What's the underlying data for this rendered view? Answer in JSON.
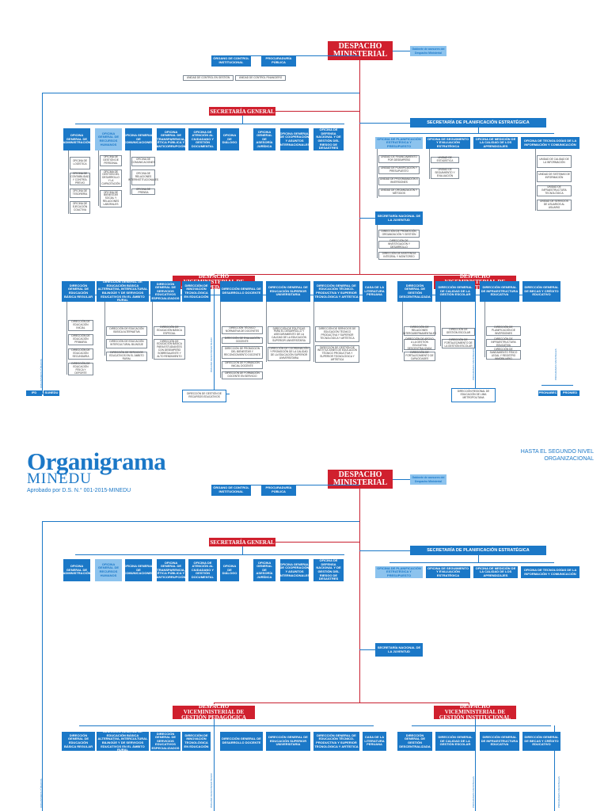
{
  "top_chart": {
    "despacho": "DESPACHO MINISTERIAL",
    "despacho_side": "Gabinete de asesores del Despacho Ministerial",
    "control": "ÓRGANO DE CONTROL INSTITUCIONAL",
    "procuraduria": "PROCURADURÍA PÚBLICA",
    "control_units": [
      "UNIDAD DE CONTROL EN GESTIÓN",
      "UNIDAD DE CONTROL FINANCIERO"
    ],
    "secretaria_general": "SECRETARÍA GENERAL",
    "sg_offices": [
      "OFICINA GENERAL DE ADMINISTRACIÓN",
      "OFICINA GENERAL DE RECURSOS HUMANOS",
      "OFICINA GENERAL DE COMUNICACIONES",
      "OFICINA GENERAL DE TRANSPARENCIA, ÉTICA PÚBLICA Y ANTICORRUPCIÓN",
      "OFICINA DE ATENCIÓN AL CIUDADANO Y GESTIÓN DOCUMENTAL",
      "OFICINA DE DIÁLOGO",
      "OFICINA GENERAL DE ASESORÍA JURÍDICA",
      "OFICINA GENERAL DE COOPERACIÓN Y ASUNTOS INTERNACIONALES",
      "OFICINA DE DEFENSA NACIONAL Y DE GESTIÓN DEL RIESGO DE DESASTRES"
    ],
    "admin_units": [
      "OFICINA DE LOGÍSTICA",
      "OFICINA DE CONTABILIDAD Y CONTROL PREVIO",
      "OFICINA DE TESORERÍA",
      "OFICINA DE EJECUCIÓN COACTIVA"
    ],
    "rrhh_units": [
      "OFICINA DE GESTIÓN DE PERSONAL",
      "OFICINA DE GESTIÓN DEL DESARROLLO Y LA CAPACITACIÓN",
      "OFICINA DE BIENESTAR SOCIAL Y RELACIONES LABORALES"
    ],
    "com_units": [
      "OFICINA DE COMUNICACIONES",
      "OFICINA DE RELACIONES INTERINSTITUCIONALES",
      "OFICINA DE PRENSA"
    ],
    "spe": "SECRETARÍA DE PLANIFICACIÓN ESTRATÉGICA",
    "spe_offices": [
      "OFICINA DE PLANIFICACIÓN ESTRATÉGICA Y PRESUPUESTO",
      "OFICINA DE SEGUIMIENTO Y EVALUACIÓN ESTRATÉGICA",
      "OFICINA DE MEDICIÓN DE LA CALIDAD DE LOS APRENDIZAJES",
      "OFICINA DE TECNOLOGÍAS DE LA INFORMACIÓN Y COMUNICACIÓN"
    ],
    "ppto_units": [
      "UNIDAD DE FINANCIAMIENTO POR DESEMPEÑO",
      "UNIDAD DE PLANIFICACIÓN Y PRESUPUESTO",
      "UNIDAD DE PROGRAMACIÓN E INVERSIONES",
      "UNIDAD DE ORGANIZACIÓN Y MÉTODOS"
    ],
    "seg_units": [
      "UNIDAD DE ESTADÍSTICA",
      "UNIDAD DE SEGUIMIENTO Y EVALUACIÓN"
    ],
    "tic_units": [
      "UNIDAD DE CALIDAD DE LA INFORMACIÓN",
      "UNIDAD DE SISTEMAS DE INFORMACIÓN",
      "UNIDAD DE INFRAESTRUCTURA TECNOLÓGICA",
      "UNIDAD DE SERVICIOS DE USUARIOS AL USUARIO"
    ],
    "juventud": "SECRETARÍA NACIONAL DE LA JUVENTUD",
    "juventud_units": [
      "DIRECCIÓN DE PROMOCIÓN, ORGANIZACIÓN Y GESTIÓN",
      "DIRECCIÓN DE INVESTIGACIÓN Y DESARROLLO",
      "DIRECCIÓN DE ASISTENCIA INTEGRAL Y MONITOREO"
    ],
    "vmgp": "DESPACHO VICEMINISTERIAL DE GESTIÓN PEDAGÓGICA",
    "vmgi": "DESPACHO VICEMINISTERIAL DE GESTIÓN INSTITUCIONAL",
    "vmgp_dirs": [
      "DIRECCIÓN GENERAL DE EDUCACIÓN BÁSICA REGULAR",
      "DIRECCIÓN GENERAL DE EDUCACIÓN BÁSICA ALTERNATIVA, INTERCULTURAL BILINGÜE Y DE SERVICIOS EDUCATIVOS EN EL ÁMBITO RURAL",
      "DIRECCIÓN GENERAL DE SERVICIOS EDUCATIVOS ESPECIALIZADOS",
      "DIRECCIÓN DE INNOVACIÓN TECNOLÓGICA EN EDUCACIÓN",
      "DIRECCIÓN GENERAL DE DESARROLLO DOCENTE",
      "DIRECCIÓN GENERAL DE EDUCACIÓN SUPERIOR UNIVERSITARIA",
      "DIRECCIÓN GENERAL DE EDUCACIÓN TÉCNICO-PRODUCTIVA Y SUPERIOR TECNOLÓGICA Y ARTÍSTICA",
      "CASA DE LA LITERATURA PERUANA"
    ],
    "vmgi_dirs": [
      "DIRECCIÓN GENERAL DE GESTIÓN DESCENTRALIZADA",
      "DIRECCIÓN GENERAL DE CALIDAD DE LA GESTIÓN ESCOLAR",
      "DIRECCIÓN GENERAL DE INFRAESTRUCTURA EDUCATIVA",
      "DIRECCIÓN GENERAL DE BECAS Y CRÉDITO EDUCATIVO"
    ],
    "ebr_units": [
      "DIRECCIÓN DE EDUCACIÓN INICIAL",
      "DIRECCIÓN DE EDUCACIÓN PRIMARIA",
      "DIRECCIÓN DE EDUCACIÓN SECUNDARIA",
      "DIRECCIÓN DE EDUCACIÓN FÍSICA Y DEPORTE"
    ],
    "eiba_units": [
      "DIRECCIÓN DE EDUCACIÓN BÁSICA ALTERNATIVA",
      "DIRECCIÓN DE EDUCACIÓN INTERCULTURAL BILINGÜE",
      "DIRECCIÓN DE SERVICIOS EDUCATIVOS EN EL ÁMBITO RURAL"
    ],
    "esp_units": [
      "DIRECCIÓN DE EDUCACIÓN BÁSICA ESPECIAL",
      "DIRECCIÓN DE EDUCACIÓN BÁSICA PARA ESTUDIANTES CON DESEMPEÑO SOBRESALIENTE Y ALTO RENDIMIENTO"
    ],
    "doc_units": [
      "DIRECCIÓN TÉCNICO NORMATIVA DE DOCENTES",
      "DIRECCIÓN DE EVALUACIÓN DOCENTE",
      "DIRECCIÓN DE PROMOCIÓN DEL BIENESTAR Y RECONOCIMIENTO DOCENTE",
      "DIRECCIÓN DE FORMACIÓN INICIAL DOCENTE",
      "DIRECCIÓN DE FORMACIÓN DOCENTE EN SERVICIO"
    ],
    "univ_units": [
      "DIRECCIÓN DE POLÍTICAS PARA EL DESARROLLO Y ASEGURAMIENTO DE LA CALIDAD DE LA EDUCACIÓN SUPERIOR UNIVERSITARIA",
      "DIRECCIÓN DE COORDINACIÓN Y PROMOCIÓN DE LA CALIDAD DE LA EDUCACIÓN SUPERIOR UNIVERSITARIA"
    ],
    "tec_units": [
      "DIRECCIÓN DE SERVICIOS DE EDUCACIÓN TÉCNICO PRODUCTIVA Y SUPERIOR TECNOLÓGICA Y ARTÍSTICA",
      "DIRECCIÓN DE GESTIÓN DE INSTITUCIONES DE EDUCACIÓN TÉCNICO PRODUCTIVA Y SUPERIOR TECNOLÓGICA Y ARTÍSTICA"
    ],
    "gd_units": [
      "DIRECCIÓN DE RELACIONES INTERGUBERNAMENTALES",
      "DIRECCIÓN DE APOYO A LA GESTIÓN EDUCATIVA DESCENTRALIZADA",
      "DIRECCIÓN DE FORTALECIMIENTO DE CAPACIDADES"
    ],
    "ge_units": [
      "DIRECCIÓN DE GESTIÓN ESCOLAR",
      "DIRECCIÓN DE FORTALECIMIENTO DE LA GESTIÓN ESCOLAR"
    ],
    "inf_units": [
      "DIRECCIÓN DE PLANIFICACIÓN DE INVERSIONES",
      "DIRECCIÓN DE INFRAESTRUCTURA EDUCATIVA",
      "DIRECCIÓN DE SANEAMIENTO FÍSICO LEGAL Y REGISTRO INMOBILIARIO"
    ],
    "ugel": "DIRECCIÓN DE GESTIÓN DE RECURSOS EDUCATIVOS",
    "drelm": "DIRECCIÓN REGIONAL DE EDUCACIÓN DE LIMA METROPOLITANA",
    "bottom_left": [
      "IPD",
      "SUNEDU"
    ],
    "bottom_right": [
      "PRONABEC",
      "PRONIED"
    ],
    "vtexts": [
      "ORGANISMOS PÚBLICOS",
      "ÓRGANO DESCONCENTRADO",
      "PROGRAMAS NACIONALES",
      "PROGRAMAS NACIONALES"
    ]
  },
  "header": {
    "title": "Organigrama",
    "subtitle": "MINEDU",
    "approved": "Aprobado por D.S. N.° 001-2015-MINEDU",
    "note_line1": "HASTA EL SEGUNDO NIVEL",
    "note_line2": "ORGANIZACIONAL"
  },
  "bottom_chart": {
    "despacho": "DESPACHO MINISTERIAL",
    "despacho_side": "Gabinete de asesores del Despacho Ministerial",
    "control": "ÓRGANO DE CONTROL INSTITUCIONAL",
    "procuraduria": "PROCURADURÍA PÚBLICA",
    "secretaria_general": "SECRETARÍA GENERAL",
    "spe": "SECRETARÍA DE PLANIFICACIÓN ESTRATÉGICA",
    "juventud": "SECRETARÍA NACIONAL DE LA JUVENTUD",
    "vmgp": "DESPACHO VICEMINISTERIAL DE GESTIÓN PEDAGÓGICA",
    "vmgi": "DESPACHO VICEMINISTERIAL DE GESTIÓN INSTITUCIONAL"
  }
}
